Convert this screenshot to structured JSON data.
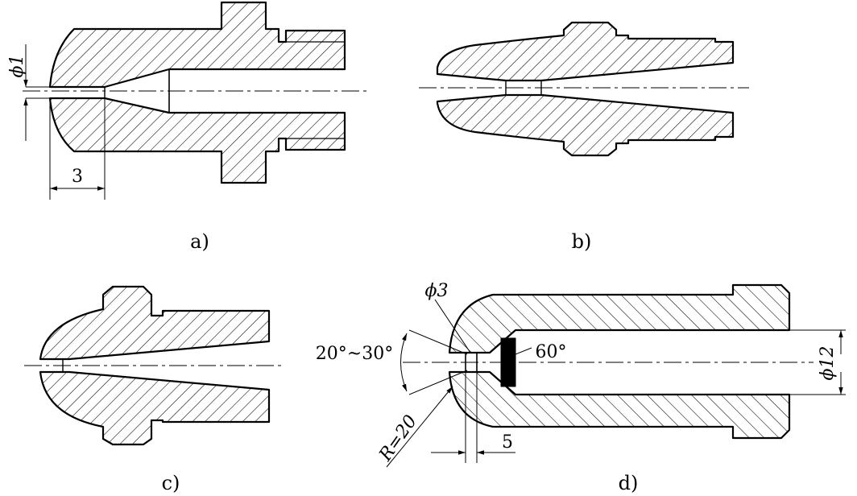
{
  "figures": {
    "a": {
      "caption": "a)",
      "dim_diameter": "ϕ1",
      "dim_length": "3"
    },
    "b": {
      "caption": "b)"
    },
    "c": {
      "caption": "c)"
    },
    "d": {
      "caption": "d)",
      "dim_orifice": "ϕ3",
      "dim_angle_range": "20°~30°",
      "dim_cone_angle": "60°",
      "dim_radius": "R=20",
      "dim_land": "5",
      "dim_bore": "ϕ12"
    }
  }
}
